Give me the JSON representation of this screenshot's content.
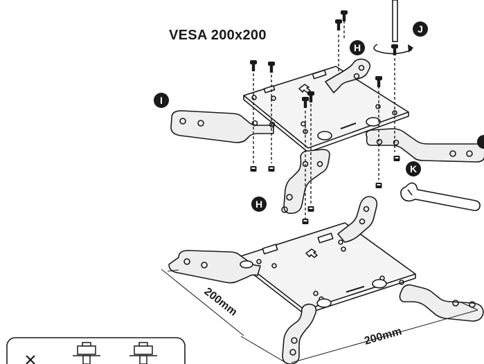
{
  "title": "VESA 200x200",
  "labels": {
    "H_top": "H",
    "H_bottom": "H",
    "I": "I",
    "J": "J",
    "K": "K"
  },
  "dimensions": {
    "left": "200mm",
    "right": "200mm"
  },
  "colors": {
    "ink": "#1a1a1a",
    "plate": "#f2f2f2",
    "arm": "#e6e6e6",
    "badge": "#1a1a1a"
  }
}
